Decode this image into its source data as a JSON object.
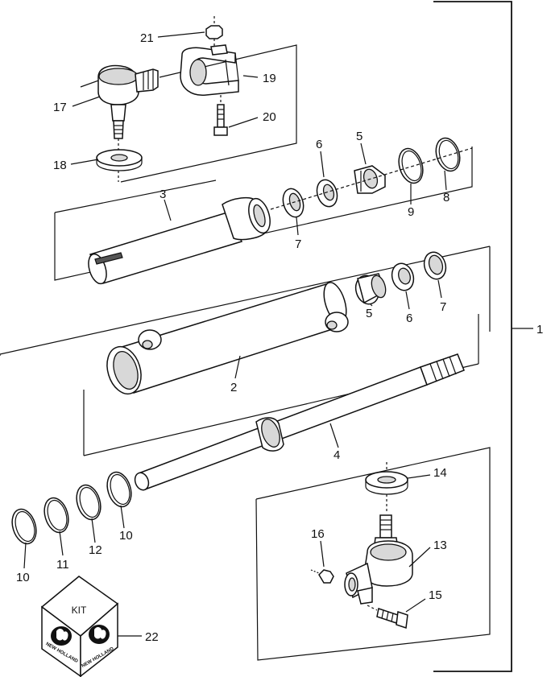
{
  "callouts": {
    "c1": "1",
    "c2": "2",
    "c3": "3",
    "c4": "4",
    "c5a": "5",
    "c5b": "5",
    "c6a": "6",
    "c6b": "6",
    "c7a": "7",
    "c7b": "7",
    "c8": "8",
    "c9": "9",
    "c10a": "10",
    "c10b": "10",
    "c11": "11",
    "c12": "12",
    "c13": "13",
    "c14": "14",
    "c15": "15",
    "c16": "16",
    "c17": "17",
    "c18": "18",
    "c19": "19",
    "c20": "20",
    "c21": "21",
    "c22": "22"
  },
  "kit": {
    "top_label": "KIT",
    "brand_left": "NEW HOLLAND",
    "brand_right": "NEW HOLLAND"
  }
}
